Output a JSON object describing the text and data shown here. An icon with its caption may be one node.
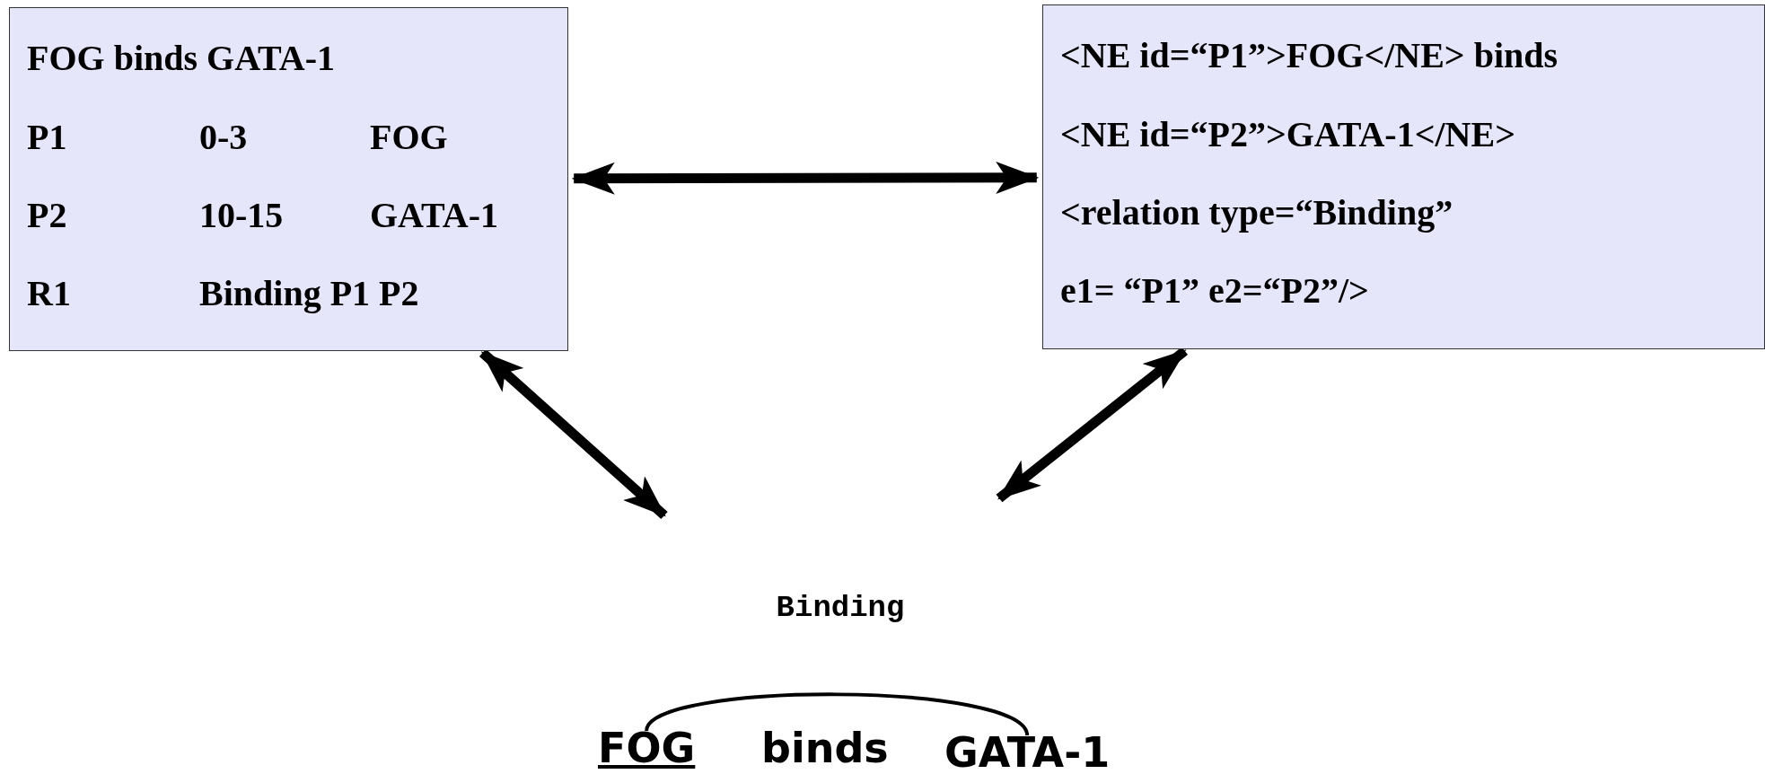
{
  "diagram": {
    "nodes": [
      {
        "text": [
          "FOG binds GATA-1",
          "P1",
          "0-3",
          "FOG",
          "P2",
          "10-15",
          "GATA-1",
          "R1",
          "Binding P1 P2"
        ]
      },
      {
        "text": [
          "<NE id=“P1”>FOG</NE> binds",
          "<NE id=“P2”>GATA-1</NE>",
          "<relation type=“Binding”",
          "e1= “P1” e2=“P2”/>"
        ]
      },
      {
        "text": [
          "FOG"
        ]
      },
      {
        "text": [
          "binds"
        ]
      },
      {
        "text": [
          "GATA-1"
        ]
      }
    ],
    "edges": [
      {
        "from": 0,
        "to": 1,
        "arrow": "both"
      },
      {
        "from": 0,
        "to": null,
        "arrow": "both"
      },
      {
        "from": 1,
        "to": null,
        "arrow": "both"
      },
      {
        "from": 2,
        "to": 4,
        "arrow": "none",
        "label": "Binding"
      }
    ]
  }
}
